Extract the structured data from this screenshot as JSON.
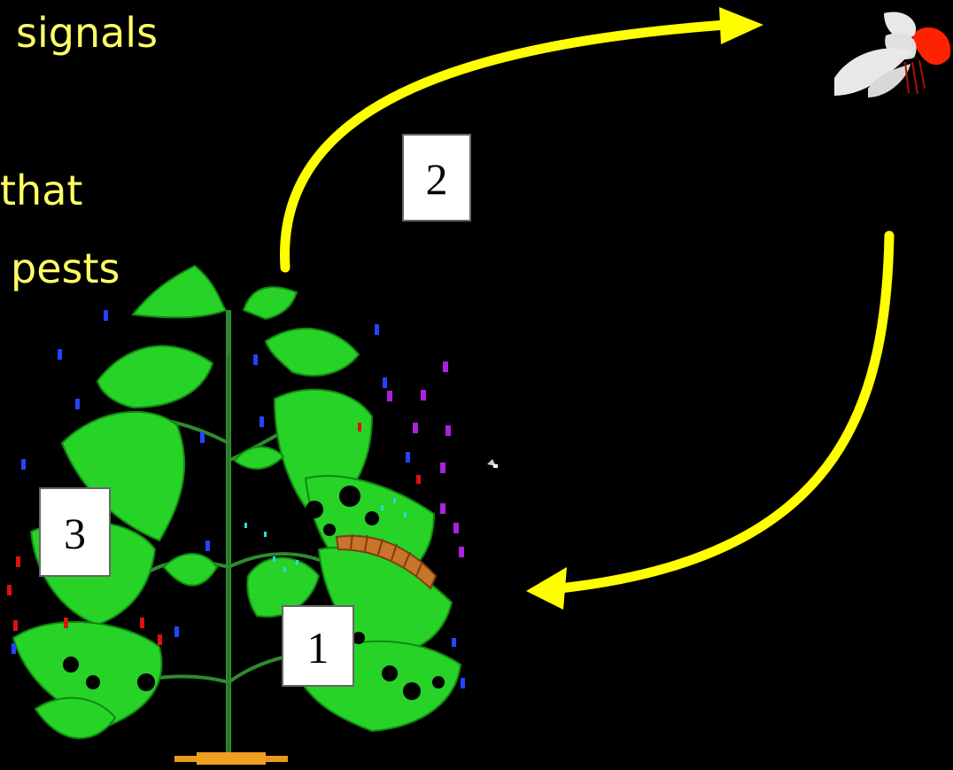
{
  "text": {
    "line1": "signals",
    "line2": "that",
    "line3": "pests"
  },
  "labels": {
    "one": "1",
    "two": "2",
    "three": "3"
  },
  "colors": {
    "background": "#000000",
    "text": "#ffff66",
    "arrow": "#ffff00",
    "leaf": "#22cc22",
    "leaf_dark": "#118811",
    "stem": "#339933",
    "caterpillar": "#cc7722",
    "insect_wing": "#e0e0e0",
    "insect_body": "#ff2200",
    "volatile_blue": "#2244ff",
    "volatile_red": "#dd1111",
    "volatile_purple": "#aa22dd",
    "volatile_cyan": "#22dddd"
  },
  "icons": {
    "plant": "plant-icon",
    "caterpillar": "caterpillar-icon",
    "wasp": "wasp-icon",
    "arrow_up": "curved-arrow-icon",
    "arrow_down": "curved-arrow-icon"
  }
}
